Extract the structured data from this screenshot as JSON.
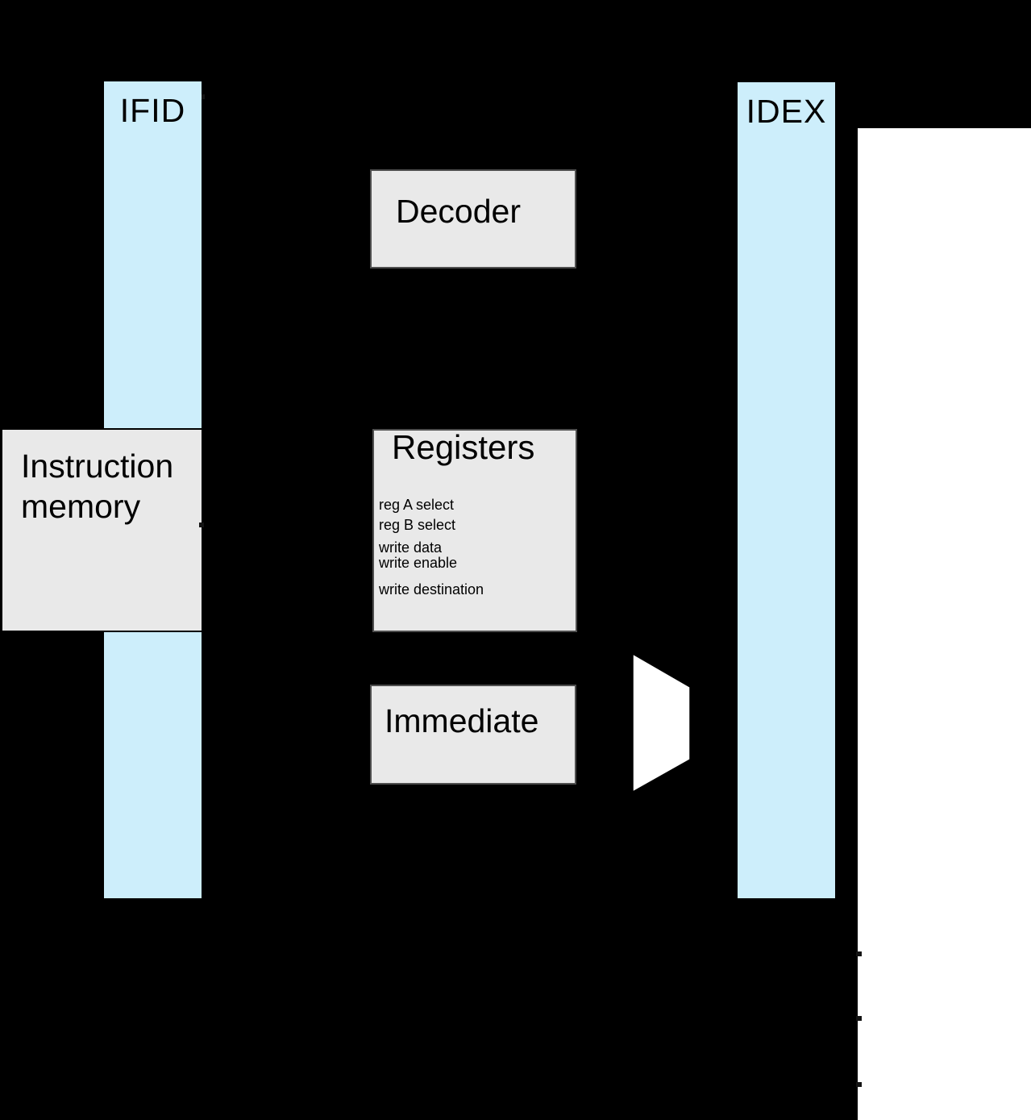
{
  "diagram": {
    "pipeline_registers": {
      "ifid": {
        "label": "IFID"
      },
      "idex": {
        "label": "IDEX"
      }
    },
    "blocks": {
      "instruction_memory": {
        "line1": "Instruction",
        "line2": "memory"
      },
      "decoder": {
        "label": "Decoder"
      },
      "registers": {
        "title": "Registers",
        "ports": [
          "reg A select",
          "reg B select",
          "write data",
          "write enable",
          "write destination"
        ]
      },
      "immediate": {
        "label": "Immediate"
      }
    },
    "colors": {
      "background": "#000000",
      "pipeline_register_fill": "#cdeefb",
      "block_fill": "#e9e9e9",
      "mux_fill": "#ffffff",
      "stage_panel_fill": "#ffffff",
      "text": "#000000"
    }
  }
}
